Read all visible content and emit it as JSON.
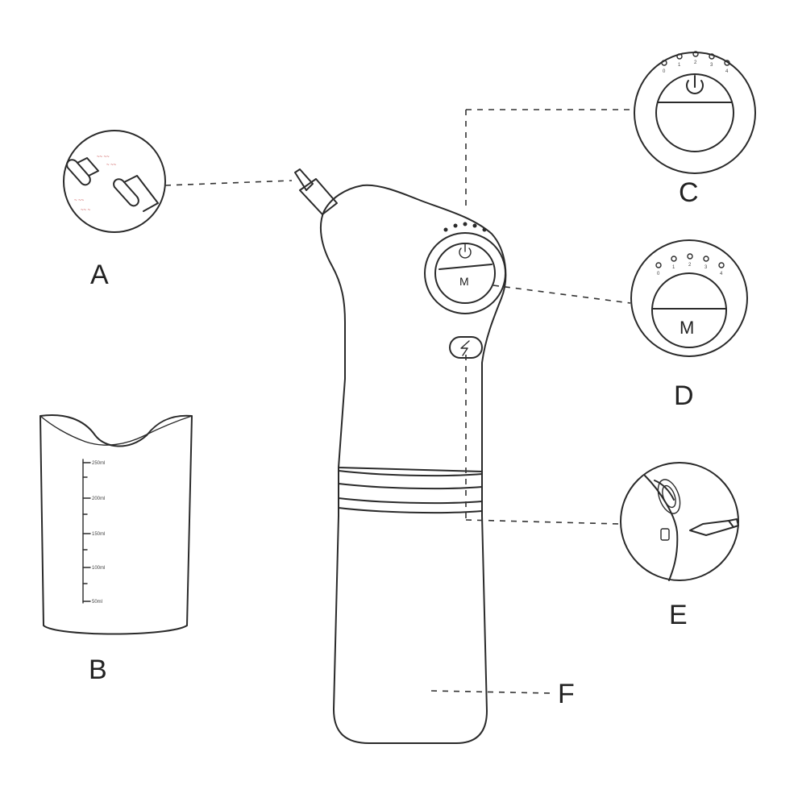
{
  "labels": {
    "a": "A",
    "b": "B",
    "c": "C",
    "d": "D",
    "e": "E",
    "f": "F"
  },
  "buttons": {
    "mode": "M"
  },
  "levels": [
    "0",
    "1",
    "2",
    "3",
    "4"
  ],
  "cup_scale": [
    "250ml",
    "200ml",
    "150ml",
    "100ml",
    "50ml"
  ],
  "icons": {
    "power": "power-icon",
    "charge": "lightning-icon",
    "suction": "suction-tip-icon"
  },
  "colors": {
    "ink": "#2a2a2a",
    "background": "#ffffff",
    "tip_marks": "#c23a3a"
  }
}
